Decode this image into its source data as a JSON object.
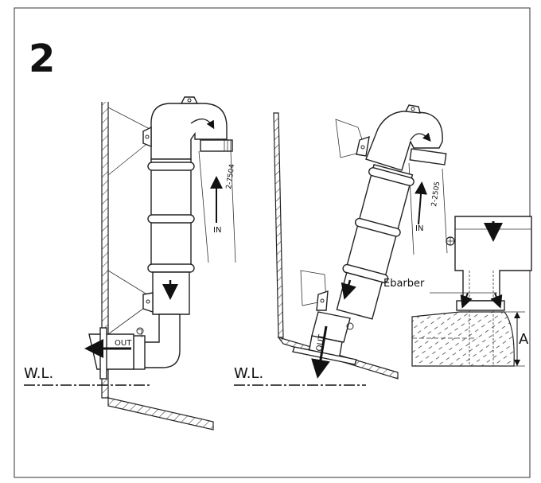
{
  "figure": {
    "number": "2",
    "label_wl_left": "W.L.",
    "label_wl_right": "W.L.",
    "label_in_left": "IN",
    "label_in_right": "IN",
    "label_out_left": "OUT",
    "label_out_right": "OUT",
    "label_part_left": "2-7504",
    "label_part_right": "2-2505",
    "label_ebarber": "Ebarber",
    "label_dim": "A"
  }
}
